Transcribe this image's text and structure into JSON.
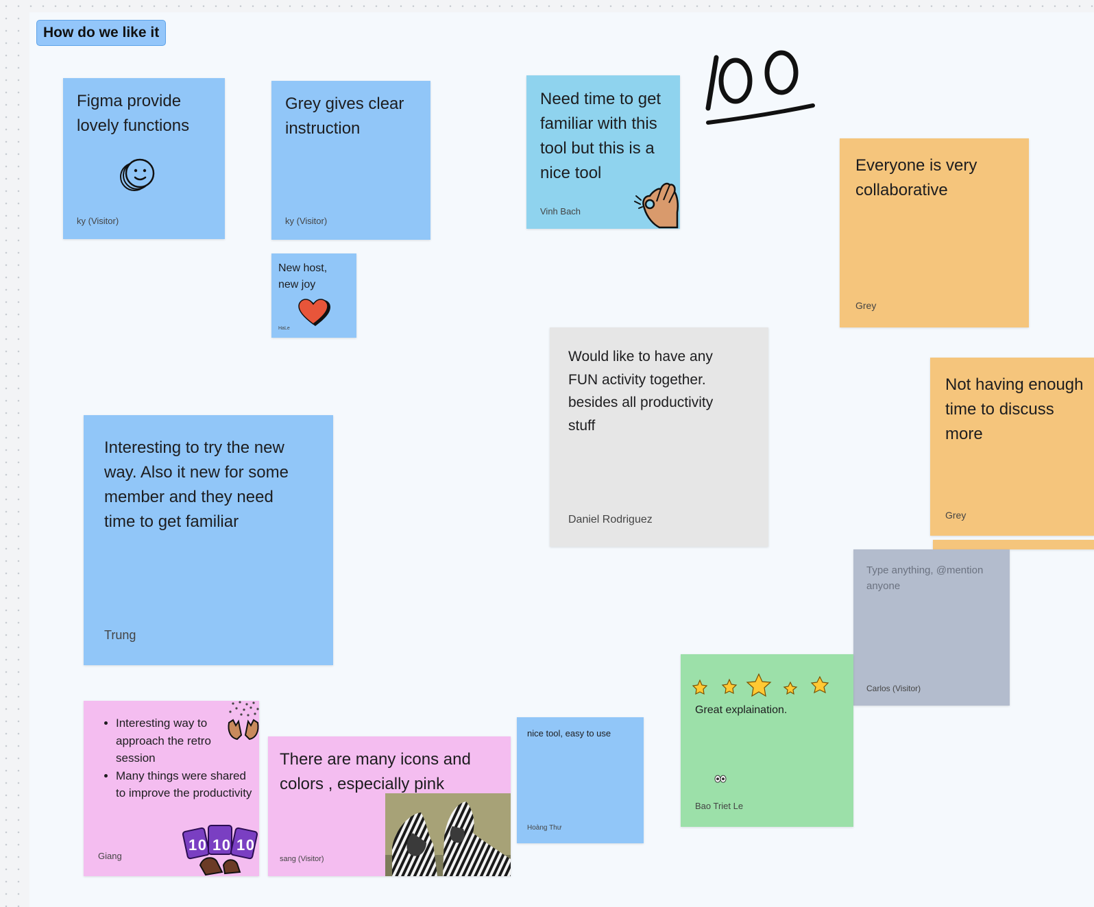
{
  "section": {
    "label": "How do we like it"
  },
  "hundred": {
    "text": "100"
  },
  "notes": {
    "figma": {
      "text": "Figma provide\nlovely functions",
      "author": "ky (Visitor)"
    },
    "grey_clear": {
      "text": "Grey gives clear\ninstruction",
      "author": "ky (Visitor)"
    },
    "new_host": {
      "text": "New host,\nnew joy",
      "author": "HaLe"
    },
    "need_time": {
      "text": "Need time to get\nfamiliar with this\ntool but this is a\nnice tool",
      "author": "Vinh Bach"
    },
    "collaborative": {
      "text": "Everyone is very\ncollaborative",
      "author": "Grey"
    },
    "fun_activity": {
      "text": "Would like to have any\nFUN activity together.\nbesides all productivity\nstuff",
      "author": "Daniel Rodriguez"
    },
    "not_enough": {
      "text": "Not having enough\ntime to discuss\nmore",
      "author": "Grey"
    },
    "interesting": {
      "text": "Interesting to try the new\nway. Also it new for some\nmember and they need\ntime to get familiar",
      "author": "Trung"
    },
    "type_anything": {
      "placeholder": "Type anything, @mention\nanyone",
      "author": "Carlos (Visitor)"
    },
    "great": {
      "text": "Great explaination.",
      "author": "Bao Triet Le"
    },
    "retro": {
      "bullets": [
        "Interesting way to approach the retro session",
        "Many things were shared to improve the productivity"
      ],
      "author": "Giang",
      "sticker_text": "10 10 10"
    },
    "icons_pink": {
      "text": "There are many icons and\ncolors , especially pink",
      "author": "sang (Visitor)"
    },
    "nice_tool": {
      "text": "nice tool, easy to use",
      "author": "Hoàng Thư"
    }
  },
  "colors": {
    "blue": "#91c6f8",
    "cyan": "#8fd3ee",
    "orange": "#f5c57c",
    "grey": "#e6e6e6",
    "slate": "#b3bccd",
    "pink": "#f4bdf0",
    "green": "#9ce0a9",
    "heart": "#e8553a",
    "star": "#ffc933"
  },
  "icons": {
    "figma": "smiley-coin-icon",
    "new_host": "heart-icon",
    "need_time": "ok-hand-icon",
    "great": "stars-icon",
    "great_extra": "eyes-icon",
    "retro_top": "confetti-hands-icon",
    "retro_bottom": "ten-ten-ten-icon",
    "icons_pink": "zebra-photo"
  }
}
